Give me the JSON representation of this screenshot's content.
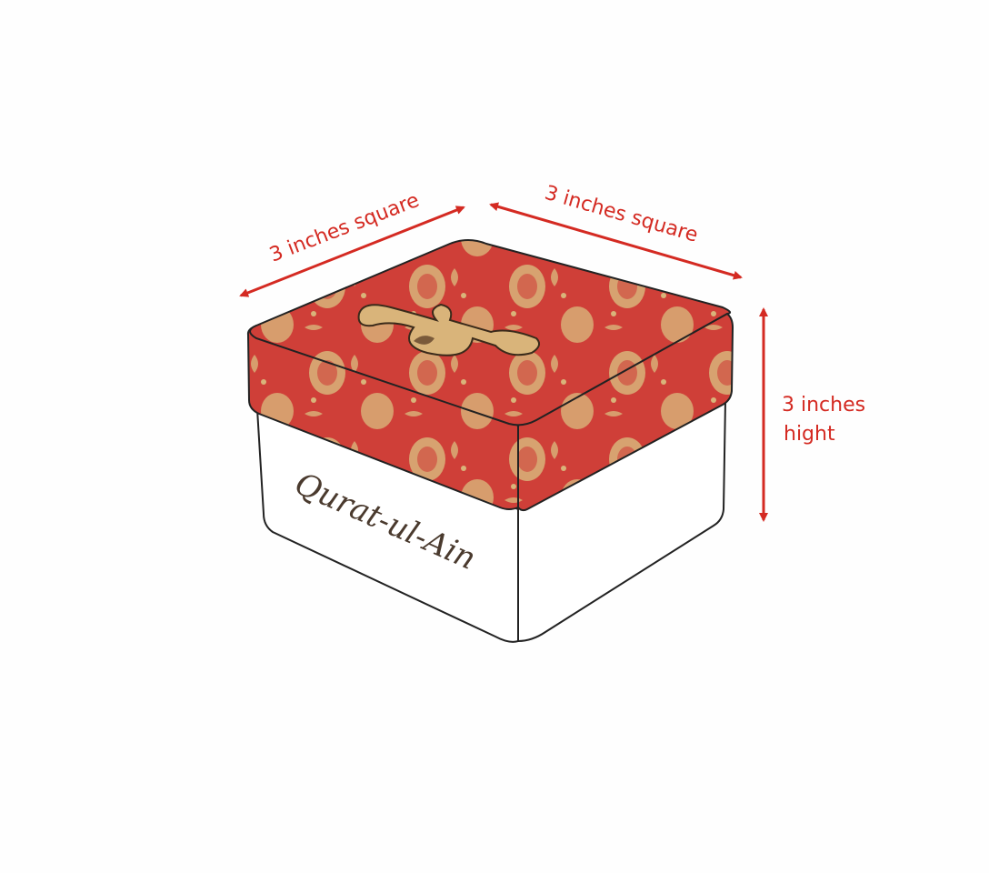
{
  "dimensions": {
    "width_label": "3 inches square",
    "depth_label": "3 inches square",
    "height_label_line1": "3 inches",
    "height_label_line2": "hight"
  },
  "box": {
    "side_text": "Qurat-ul-Ain",
    "lid_ornament_icon": "arabic-calligraphy-emblem"
  },
  "colors": {
    "arrow": "#d42a22",
    "lid_red": "#cf3f38",
    "lid_gold": "#d9b47a",
    "base": "#ffffff",
    "outline": "#222222",
    "script_text": "#4a3a2e"
  }
}
